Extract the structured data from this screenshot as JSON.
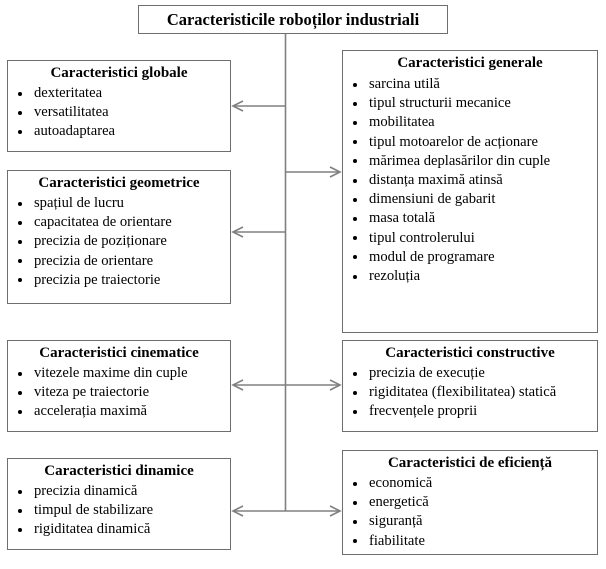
{
  "diagram": {
    "title": "Caracteristicile roboților industriali",
    "language": "ro",
    "accent_color": "#6e6e6e",
    "line_color": "#808080",
    "background": "#ffffff"
  },
  "root": {
    "label": "Caracteristicile roboților industriali"
  },
  "nodes": [
    {
      "id": "globale",
      "title": "Caracteristici globale",
      "side": "left",
      "arrow": "to-node",
      "items": [
        "dexteritatea",
        "versatilitatea",
        "autoadaptarea"
      ]
    },
    {
      "id": "geometrice",
      "title": "Caracteristici geometrice",
      "side": "left",
      "arrow": "to-node",
      "items": [
        "spațiul de lucru",
        "capacitatea de orientare",
        "precizia de poziționare",
        "precizia de orientare",
        "precizia pe traiectorie"
      ]
    },
    {
      "id": "cinematice",
      "title": "Caracteristici cinematice",
      "side": "left",
      "arrow": "bidirectional",
      "items": [
        "vitezele maxime din cuple",
        "viteza pe traiectorie",
        "accelerația maximă"
      ]
    },
    {
      "id": "dinamice",
      "title": "Caracteristici dinamice",
      "side": "left",
      "arrow": "bidirectional",
      "items": [
        "precizia dinamică",
        "timpul de stabilizare",
        "rigiditatea dinamică"
      ]
    },
    {
      "id": "generale",
      "title": "Caracteristici generale",
      "side": "right",
      "arrow": "to-node",
      "items": [
        "sarcina utilă",
        "tipul structurii mecanice",
        "mobilitatea",
        "tipul motoarelor de acționare",
        "mărimea deplasărilor din cuple",
        "distanța maximă atinsă",
        "dimensiuni de gabarit",
        "masa totală",
        "tipul controlerului",
        "modul de programare",
        "rezoluția"
      ]
    },
    {
      "id": "constructive",
      "title": "Caracteristici constructive",
      "side": "right",
      "arrow": "bidirectional",
      "items": [
        "precizia de execuție",
        "rigiditatea (flexibilitatea) statică",
        "frecvențele proprii"
      ]
    },
    {
      "id": "eficienta",
      "title": "Caracteristici de eficiență",
      "side": "right",
      "arrow": "bidirectional",
      "items": [
        "economică",
        "energetică",
        "siguranță",
        "fiabilitate"
      ]
    }
  ]
}
